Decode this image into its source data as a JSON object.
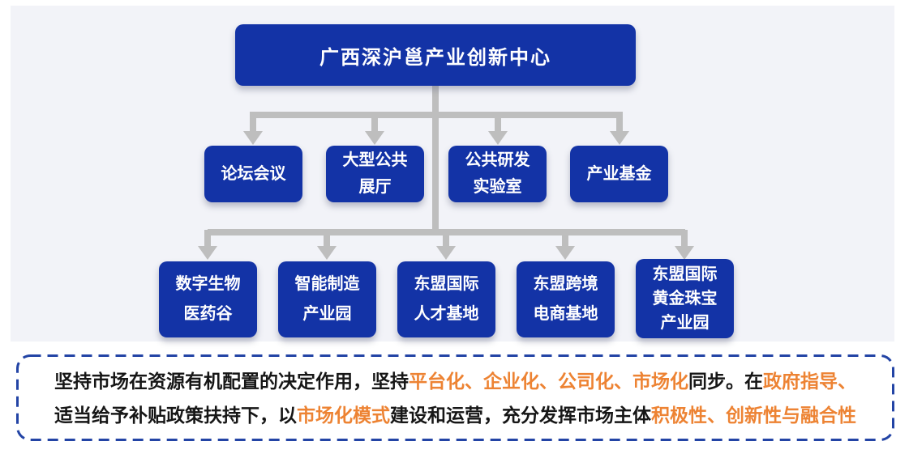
{
  "colors": {
    "box_blue": "#1333A6",
    "connector_gray": "#BEBEBE",
    "panel_bg": "#F2F3F8",
    "dashed_border_blue": "#2344A5",
    "accent_orange": "#ED8333"
  },
  "org_chart": {
    "root": {
      "label": "广西深沪邕产业创新中心"
    },
    "level2": [
      {
        "label": "论坛会议"
      },
      {
        "label": "大型公共\n展厅"
      },
      {
        "label": "公共研发\n实验室"
      },
      {
        "label": "产业基金"
      }
    ],
    "level3": [
      {
        "label": "数字生物\n医药谷"
      },
      {
        "label": "智能制造\n产业园"
      },
      {
        "label": "东盟国际\n人才基地"
      },
      {
        "label": "东盟跨境\n电商基地"
      },
      {
        "label": "东盟国际\n黄金珠宝\n产业园"
      }
    ]
  },
  "policy": {
    "line1": [
      {
        "text": "坚持市场在资源有机配置的决定作用，坚持",
        "accent": false
      },
      {
        "text": "平台化、企业化、公司化、市场化",
        "accent": true
      },
      {
        "text": "同步。在",
        "accent": false
      },
      {
        "text": "政府指导、",
        "accent": true
      }
    ],
    "line2": [
      {
        "text": "适当给予补贴政策扶持下，以",
        "accent": false
      },
      {
        "text": "市场化模式",
        "accent": true
      },
      {
        "text": "建设和运营，充分发挥市场主体",
        "accent": false
      },
      {
        "text": "积极性、创新性与融合性",
        "accent": true
      }
    ]
  }
}
